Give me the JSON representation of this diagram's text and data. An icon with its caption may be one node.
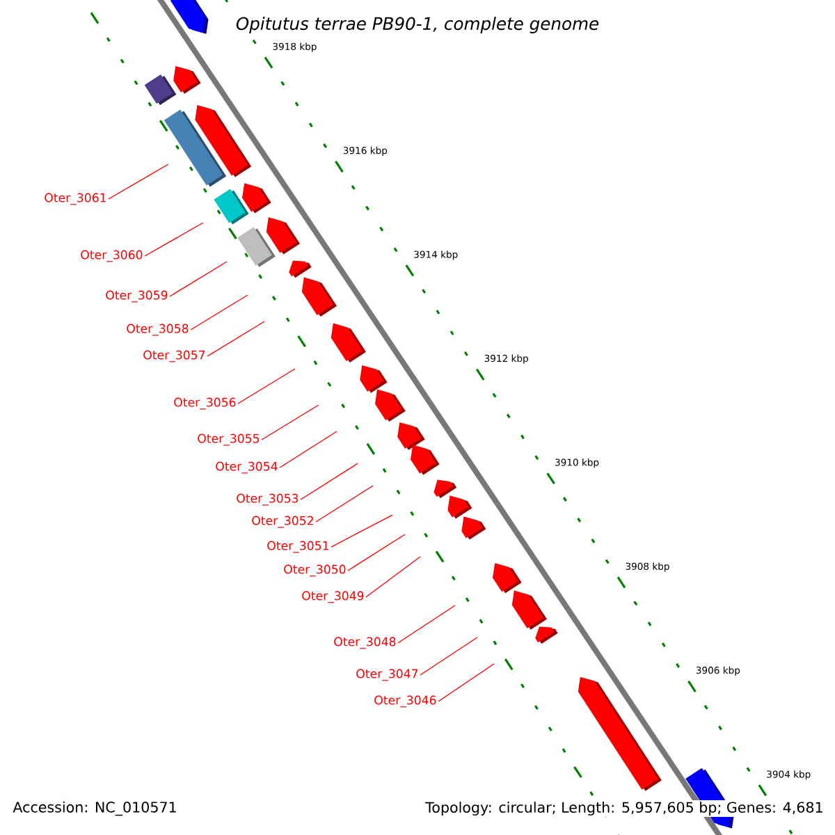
{
  "diagram": {
    "title": "*Opitutus terrae PB90-1, complete genome*",
    "nodes": [
      {
        "text": [
          "Oter_3061"
        ]
      },
      {
        "text": [
          "Oter_3060"
        ]
      },
      {
        "text": [
          "Oter_3059"
        ]
      },
      {
        "text": [
          "Oter_3058"
        ]
      },
      {
        "text": [
          "Oter_3057"
        ]
      },
      {
        "text": [
          "Oter_3056"
        ]
      },
      {
        "text": [
          "Oter_3055"
        ]
      },
      {
        "text": [
          "Oter_3054"
        ]
      },
      {
        "text": [
          "Oter_3053"
        ]
      },
      {
        "text": [
          "Oter_3052"
        ]
      },
      {
        "text": [
          "Oter_3051"
        ]
      },
      {
        "text": [
          "Oter_3050"
        ]
      },
      {
        "text": [
          "Oter_3049"
        ]
      },
      {
        "text": [
          "Oter_3048"
        ]
      },
      {
        "text": [
          "Oter_3047"
        ]
      },
      {
        "text": [
          "Oter_3046"
        ]
      }
    ],
    "edges": [
      {
        "from": 0,
        "to": null,
        "arrow": "none"
      },
      {
        "from": 1,
        "to": null,
        "arrow": "none"
      },
      {
        "from": 2,
        "to": null,
        "arrow": "none"
      },
      {
        "from": 3,
        "to": null,
        "arrow": "none"
      },
      {
        "from": 4,
        "to": null,
        "arrow": "none"
      },
      {
        "from": 5,
        "to": null,
        "arrow": "none"
      },
      {
        "from": 6,
        "to": null,
        "arrow": "none"
      },
      {
        "from": 7,
        "to": null,
        "arrow": "none"
      },
      {
        "from": 8,
        "to": null,
        "arrow": "none"
      },
      {
        "from": 9,
        "to": null,
        "arrow": "none"
      },
      {
        "from": 10,
        "to": null,
        "arrow": "none"
      },
      {
        "from": 11,
        "to": null,
        "arrow": "none"
      },
      {
        "from": 12,
        "to": null,
        "arrow": "none"
      },
      {
        "from": 13,
        "to": null,
        "arrow": "none"
      },
      {
        "from": 14,
        "to": null,
        "arrow": "none"
      },
      {
        "from": 15,
        "to": null,
        "arrow": "none"
      }
    ],
    "labels": [
      "3918 kbp",
      "3916 kbp",
      "3914 kbp",
      "3912 kbp",
      "3910 kbp",
      "3908 kbp",
      "3906 kbp",
      "3904 kbp",
      "Accession: NC_010571",
      "Topology: circular; Length: 5,957,605 bp; Genes: 4,681"
    ]
  }
}
